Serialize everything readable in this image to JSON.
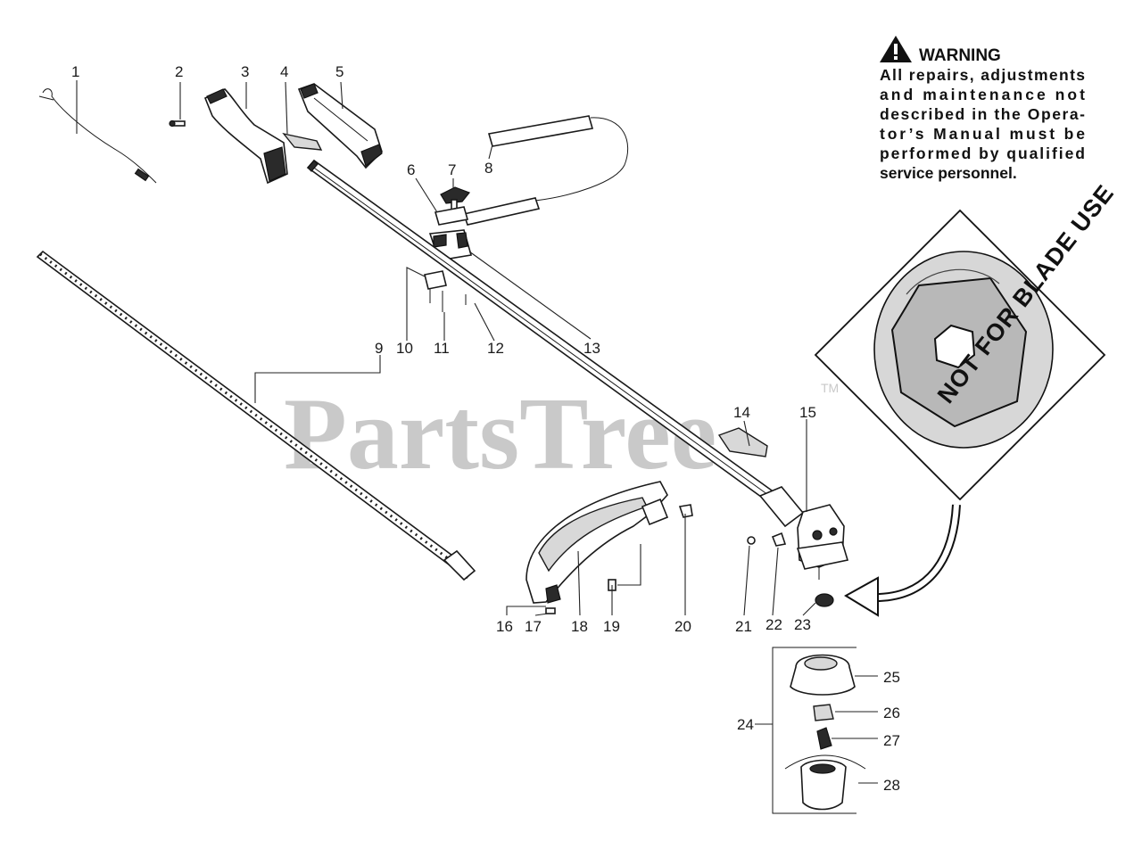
{
  "watermark": {
    "brand": "PartsTree",
    "trademark": "TM"
  },
  "warning": {
    "title": "WARNING",
    "lines": [
      "All repairs, adjustments",
      "and maintenance not",
      "described in the Opera-",
      "tor’s Manual must be",
      "performed by qualified",
      "service personnel."
    ]
  },
  "detail_inset": {
    "nut_text": "NOT FOR BLADE USE"
  },
  "callouts": {
    "p1": "1",
    "p2": "2",
    "p3": "3",
    "p4": "4",
    "p5": "5",
    "p6": "6",
    "p7": "7",
    "p8": "8",
    "p9": "9",
    "p10": "10",
    "p11": "11",
    "p12": "12",
    "p13": "13",
    "p14": "14",
    "p15": "15",
    "p16": "16",
    "p17": "17",
    "p18": "18",
    "p19": "19",
    "p20": "20",
    "p21": "21",
    "p22": "22",
    "p23": "23",
    "p24": "24",
    "p25": "25",
    "p26": "26",
    "p27": "27",
    "p28": "28"
  }
}
